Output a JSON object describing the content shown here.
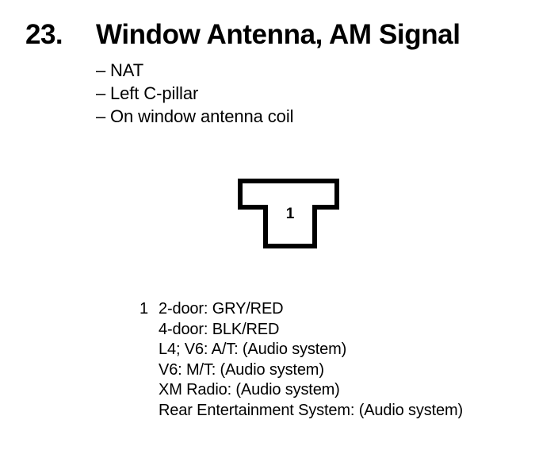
{
  "header": {
    "number": "23.",
    "title": "Window Antenna, AM Signal"
  },
  "spec_list": {
    "dash": "–",
    "items": [
      {
        "text": "NAT"
      },
      {
        "text": "Left C-pillar"
      },
      {
        "text": "On window antenna coil"
      }
    ]
  },
  "connector": {
    "name": "t-shaped-connector",
    "pin_label": "1",
    "stroke_color": "#000000",
    "fill_color": "#ffffff"
  },
  "legend": {
    "rows": [
      {
        "pin": "1",
        "text": "2-door: GRY/RED"
      },
      {
        "pin": "",
        "text": "4-door: BLK/RED"
      },
      {
        "pin": "",
        "text": "L4; V6: A/T: (Audio system)"
      },
      {
        "pin": "",
        "text": "V6: M/T: (Audio system)"
      },
      {
        "pin": "",
        "text": "XM Radio: (Audio system)"
      },
      {
        "pin": "",
        "text": "Rear Entertainment System: (Audio system)"
      }
    ]
  }
}
